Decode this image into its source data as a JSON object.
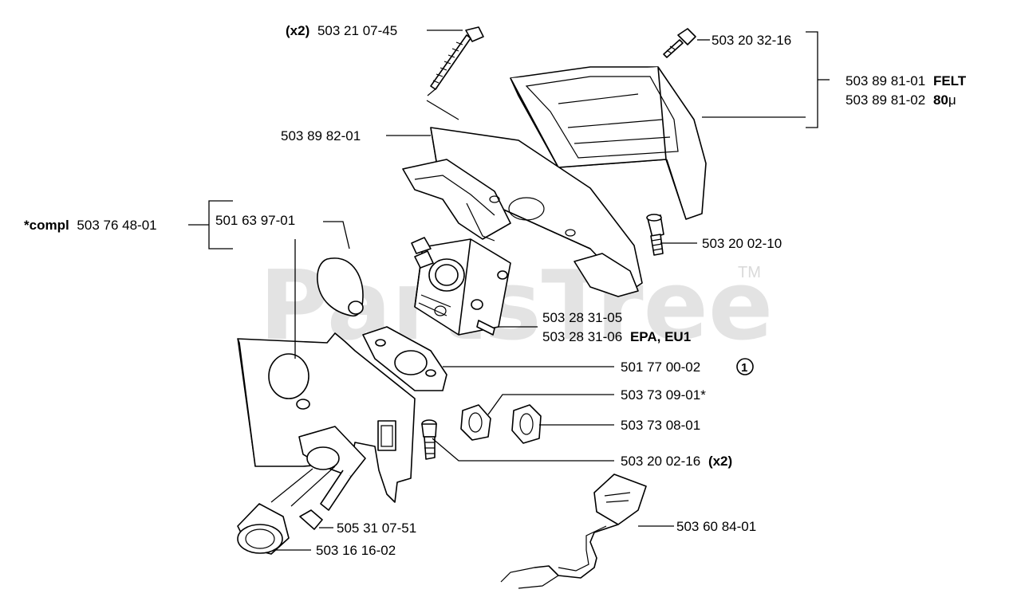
{
  "labels": {
    "screw_top": {
      "prefix": "(x2)",
      "text": "503 21 07-45"
    },
    "screw_right": {
      "text": "503 20 32-16"
    },
    "filter_felt": {
      "text": "503 89 81-01",
      "suffix": "FELT"
    },
    "filter_80": {
      "text": "503 89 81-02",
      "suffix": "80",
      "unit": "μ"
    },
    "filter_holder": {
      "text": "503 89 82-01"
    },
    "compl": {
      "prefix": "*compl",
      "text": "503 76 48-01"
    },
    "bulb": {
      "text": "501 63 97-01"
    },
    "bolt_right": {
      "text": "503 20 02-10"
    },
    "carb_1": {
      "text": "503 28 31-05"
    },
    "carb_2": {
      "text": "503 28 31-06",
      "suffix": "EPA, EU1"
    },
    "gasket": {
      "text": "501 77 00-02",
      "circle": "1"
    },
    "dampener_1": {
      "text": "503 73 09-01*"
    },
    "dampener_2": {
      "text": "503 73 08-01"
    },
    "bolt_low": {
      "text": "503 20 02-16",
      "suffix": "(x2)"
    },
    "sleeve": {
      "text": "505 31 07-51"
    },
    "boot": {
      "text": "503 16 16-02"
    },
    "throttle_rod": {
      "text": "503 60 84-01"
    }
  },
  "watermark": {
    "text": "PartsTree",
    "tm": "TM"
  }
}
